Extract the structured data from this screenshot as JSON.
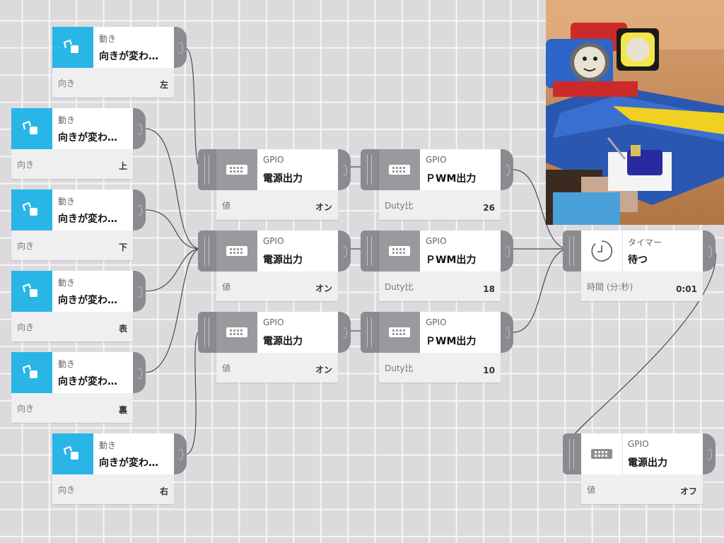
{
  "direction_nodes": [
    {
      "category": "動き",
      "title": "向きが変わ…",
      "param_label": "向き",
      "param_value": "左"
    },
    {
      "category": "動き",
      "title": "向きが変わ…",
      "param_label": "向き",
      "param_value": "上"
    },
    {
      "category": "動き",
      "title": "向きが変わ…",
      "param_label": "向き",
      "param_value": "下"
    },
    {
      "category": "動き",
      "title": "向きが変わ…",
      "param_label": "向き",
      "param_value": "表"
    },
    {
      "category": "動き",
      "title": "向きが変わ…",
      "param_label": "向き",
      "param_value": "裏"
    },
    {
      "category": "動き",
      "title": "向きが変わ…",
      "param_label": "向き",
      "param_value": "右"
    }
  ],
  "power_nodes": [
    {
      "category": "GPIO",
      "title": "電源出力",
      "param_label": "値",
      "param_value": "オン"
    },
    {
      "category": "GPIO",
      "title": "電源出力",
      "param_label": "値",
      "param_value": "オン"
    },
    {
      "category": "GPIO",
      "title": "電源出力",
      "param_label": "値",
      "param_value": "オン"
    }
  ],
  "pwm_nodes": [
    {
      "category": "GPIO",
      "title": "ＰWM出力",
      "param_label": "Duty比",
      "param_value": "26"
    },
    {
      "category": "GPIO",
      "title": "ＰWM出力",
      "param_label": "Duty比",
      "param_value": "18"
    },
    {
      "category": "GPIO",
      "title": "ＰWM出力",
      "param_label": "Duty比",
      "param_value": "10"
    }
  ],
  "timer_node": {
    "category": "タイマー",
    "title": "待つ",
    "param_label": "時間 (分:秒)",
    "param_value": "0:01"
  },
  "off_node": {
    "category": "GPIO",
    "title": "電源出力",
    "param_label": "値",
    "param_value": "オフ"
  },
  "colors": {
    "motion": "#29b5e6",
    "gpio": "#9a9a9e",
    "plug": "#8b8b8f",
    "canvas": "#dcdadd",
    "grid": "#f6f6f8"
  }
}
